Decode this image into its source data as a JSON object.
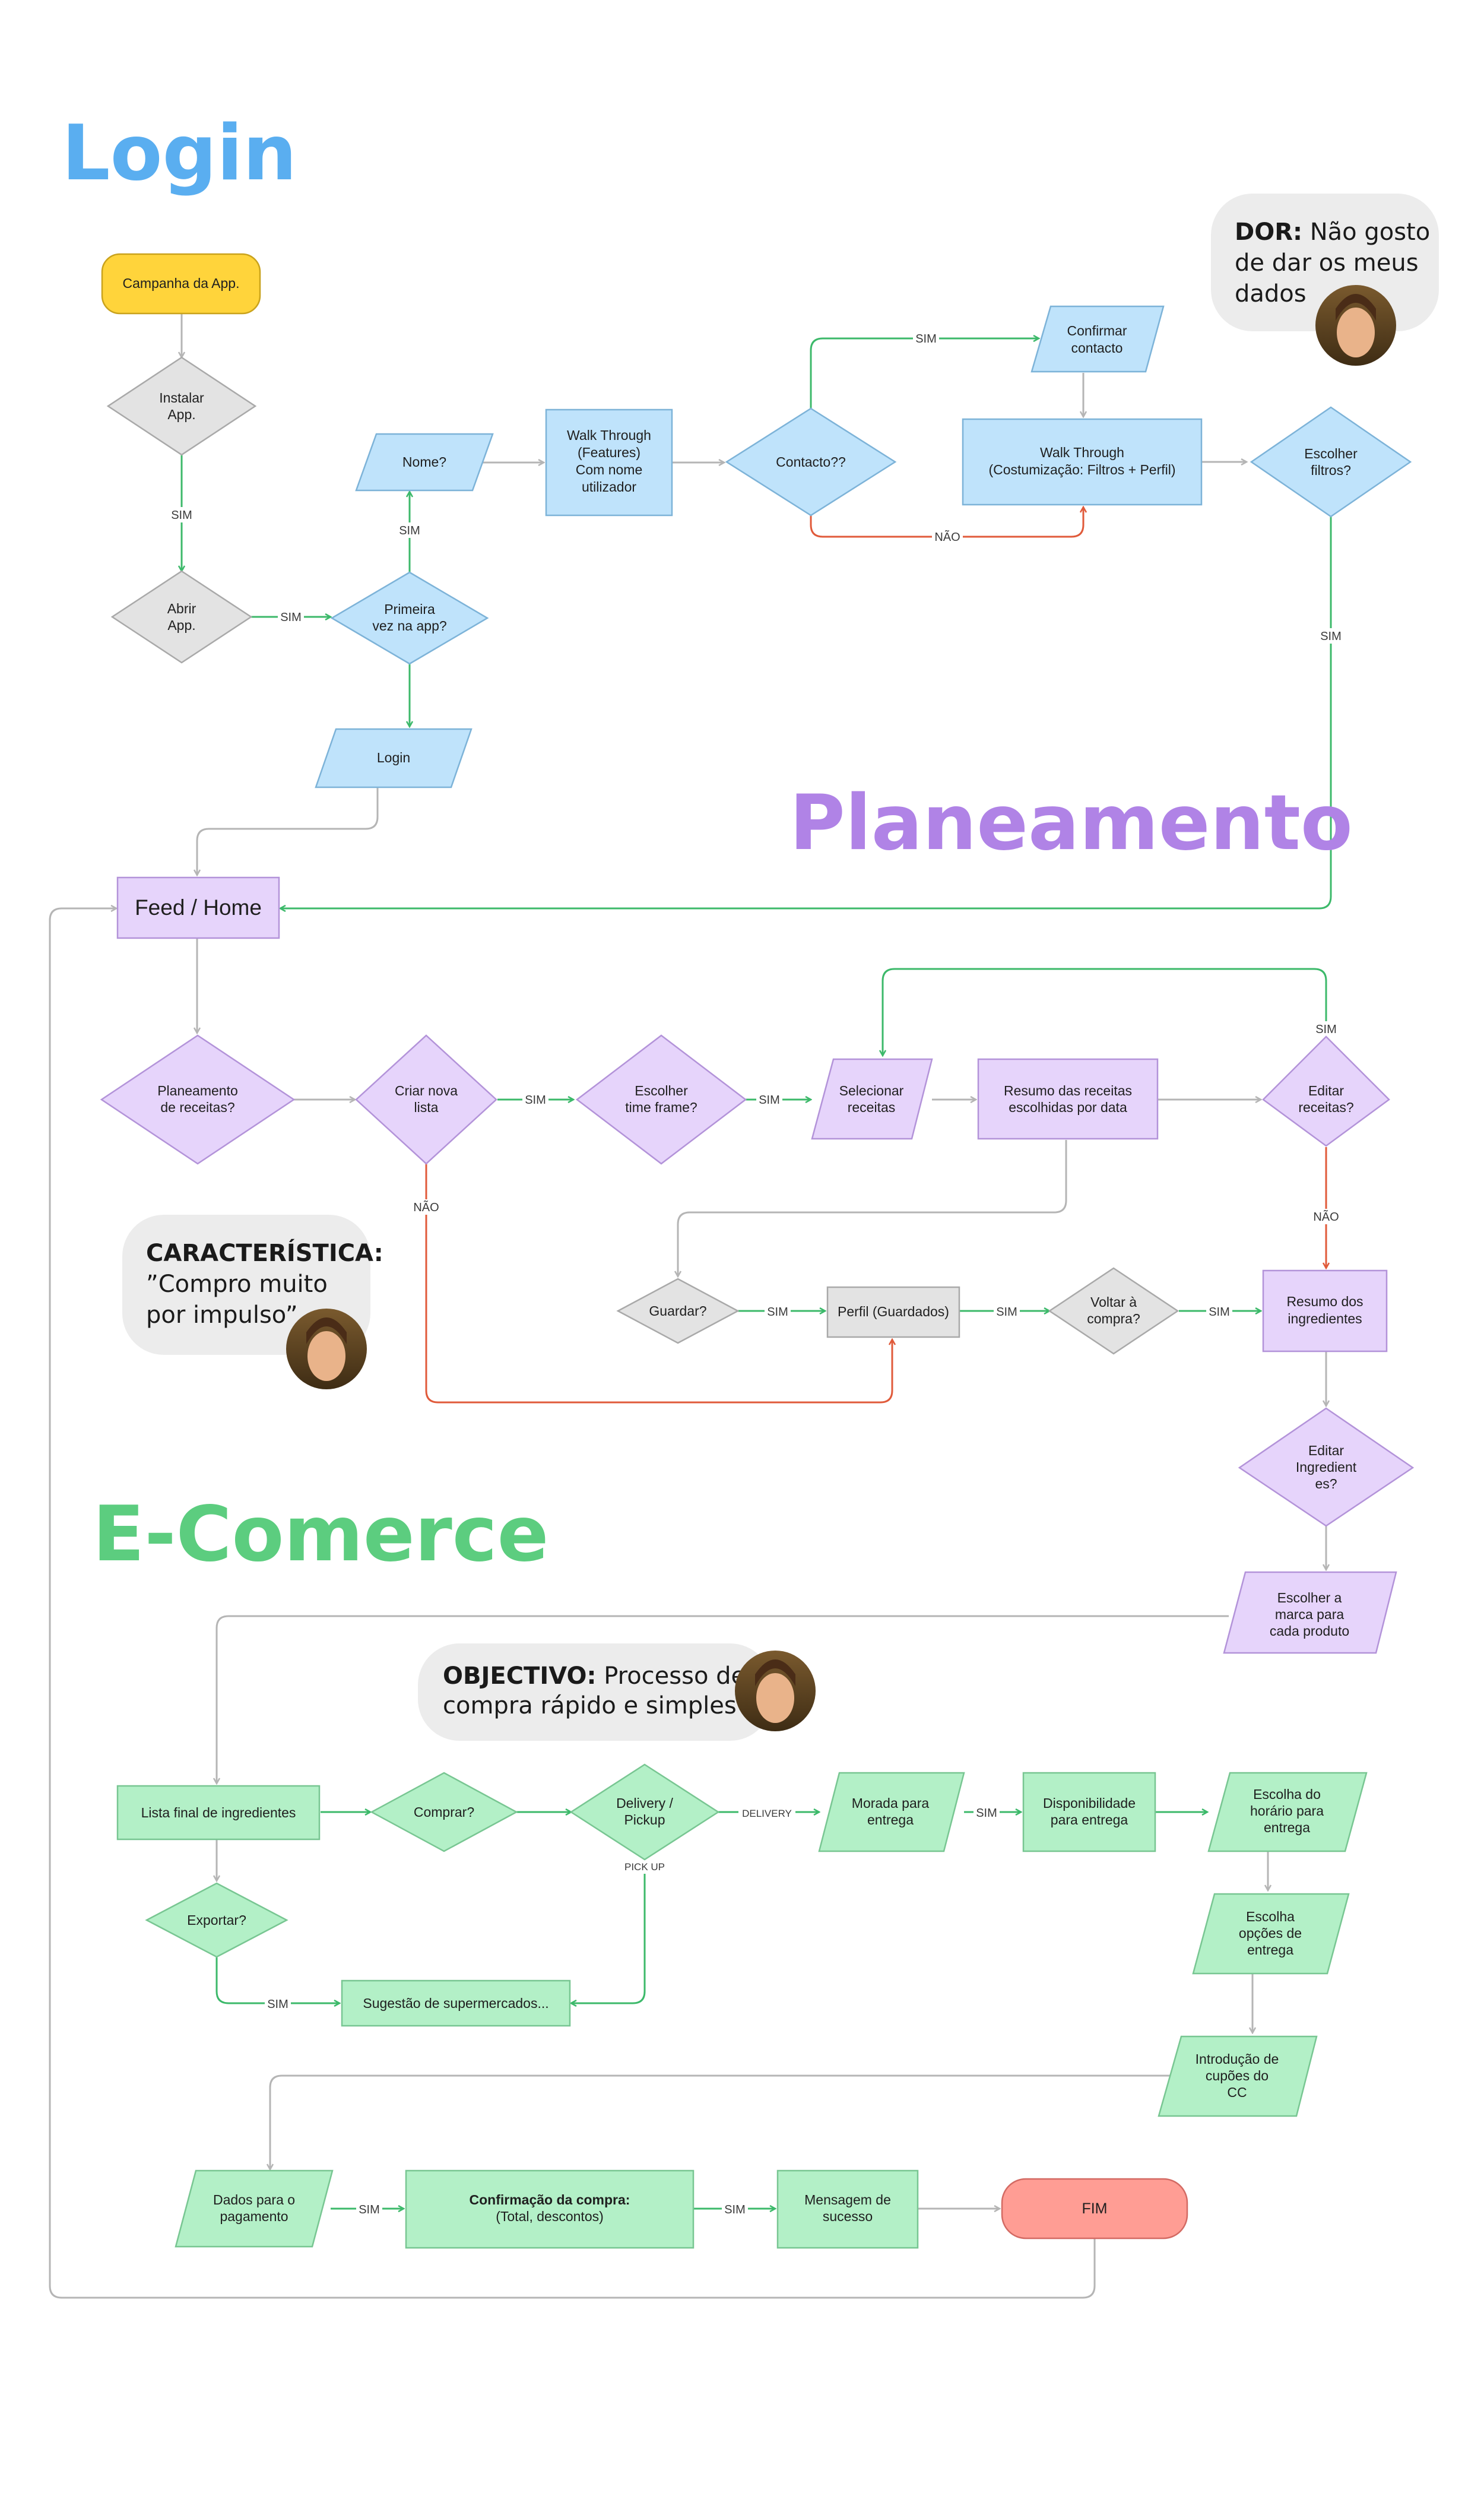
{
  "sections": {
    "login": "Login",
    "planeamento": "Planeamento",
    "ecomerce": "E-Comerce"
  },
  "colors": {
    "login_title": "#5aaef0",
    "planeamento_title": "#b083e6",
    "ecomerce_title": "#5ccd7f",
    "blue_fill": "#bfe3fb",
    "blue_stroke": "#7db3d8",
    "purple_fill": "#e6d4fb",
    "purple_stroke": "#b393d9",
    "green_fill": "#b3f0c7",
    "green_stroke": "#78c692",
    "grey_fill": "#e3e3e3",
    "grey_stroke": "#a9a9a9",
    "yellow_fill": "#ffd43b",
    "yellow_stroke": "#c9a21c",
    "red_fill": "#ff9d94",
    "red_stroke": "#d36a63",
    "arrow_grey": "#b5b5b5",
    "arrow_green": "#3cb96a",
    "arrow_red": "#e05a3a",
    "note_bg": "#ececec"
  },
  "nodes": {
    "campanha": "Campanha da App.",
    "instalar": [
      "Instalar",
      "App."
    ],
    "abrir": [
      "Abrir",
      "App."
    ],
    "primeira": [
      "Primeira",
      "vez na app?"
    ],
    "nome": "Nome?",
    "login_node": "Login",
    "walk1": [
      "Walk Through",
      "(Features)",
      "Com nome",
      "utilizador"
    ],
    "contacto": "Contacto??",
    "confirmar": [
      "Confirmar",
      "contacto"
    ],
    "walk2": [
      "Walk Through",
      "(Costumização: Filtros + Perfil)"
    ],
    "escolher_filtros": [
      "Escolher",
      "filtros?"
    ],
    "feed": "Feed / Home",
    "planeamento_receitas": [
      "Planeamento",
      "de receitas?"
    ],
    "criar_lista": [
      "Criar nova",
      "lista"
    ],
    "escolher_time": [
      "Escolher",
      "time frame?"
    ],
    "selecionar": [
      "Selecionar",
      "receitas"
    ],
    "resumo_receitas": [
      "Resumo das receitas",
      "escolhidas por data"
    ],
    "editar_receitas": [
      "Editar",
      "receitas?"
    ],
    "guardar": "Guardar?",
    "perfil": "Perfil (Guardados)",
    "voltar": [
      "Voltar à",
      "compra?"
    ],
    "resumo_ingredientes": [
      "Resumo dos",
      "ingredientes"
    ],
    "editar_ingredientes": [
      "Editar",
      "Ingredient",
      "es?"
    ],
    "escolher_marca": [
      "Escolher a",
      "marca para",
      "cada produto"
    ],
    "lista_final": "Lista final de ingredientes",
    "comprar": "Comprar?",
    "delivery": [
      "Delivery /",
      "Pickup"
    ],
    "morada": [
      "Morada para",
      "entrega"
    ],
    "disponibilidade": [
      "Disponibilidade",
      "para entrega"
    ],
    "horario": [
      "Escolha do",
      "horário para",
      "entrega"
    ],
    "opcoes": [
      "Escolha",
      "opções de",
      "entrega"
    ],
    "cupoes": [
      "Introdução de",
      "cupões do",
      "CC"
    ],
    "exportar": "Exportar?",
    "sugestao": "Sugestão de supermercados...",
    "dados": [
      "Dados para o",
      "pagamento"
    ],
    "confirmacao_bold": "Confirmação da compra:",
    "confirmacao_sub": "(Total, descontos)",
    "mensagem": [
      "Mensagem de",
      "sucesso"
    ],
    "fim": "FIM"
  },
  "edge_labels": {
    "sim": "SIM",
    "nao": "NÃO",
    "delivery": "DELIVERY",
    "pickup": "PICK UP"
  },
  "notes": {
    "dor_bold": "DOR:",
    "dor_text": [
      "Não gosto",
      "de dar os meus",
      "dados"
    ],
    "caract_bold": "CARACTERÍSTICA:",
    "caract_text": [
      "”Compro muito",
      "por impulso”"
    ],
    "objectivo_bold": "OBJECTIVO:",
    "objectivo_text": [
      "Processo de",
      "compra rápido e simples"
    ]
  }
}
